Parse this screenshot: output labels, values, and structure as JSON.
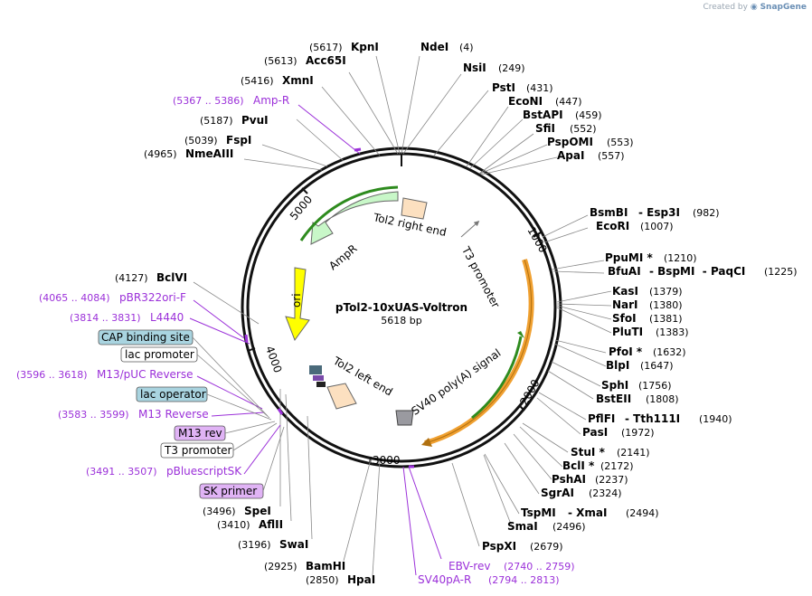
{
  "credit": {
    "prefix": "Created by",
    "brand": "SnapGene"
  },
  "plasmid": {
    "name": "pTol2-10xUAS-Voltron",
    "length": "5618 bp"
  },
  "tick_labels": [
    "1000",
    "2000",
    "3000",
    "4000",
    "5000"
  ],
  "inner_features": {
    "tol2_right": "Tol2 right end",
    "t3_promoter": "T3 promoter",
    "ampr": "AmpR",
    "ori": "ori",
    "tol2_left": "Tol2 left end",
    "sv40": "SV40 poly(A) signal"
  },
  "enzymes_right": [
    {
      "name": "NdeI",
      "pos": "(4)"
    },
    {
      "name": "NsiI",
      "pos": "(249)"
    },
    {
      "name": "PstI",
      "pos": "(431)"
    },
    {
      "name": "EcoNI",
      "pos": "(447)"
    },
    {
      "name": "BstAPI",
      "pos": "(459)"
    },
    {
      "name": "SfiI",
      "pos": "(552)"
    },
    {
      "name": "PspOMI",
      "pos": "(553)"
    },
    {
      "name": "ApaI",
      "pos": "(557)"
    },
    {
      "name": "BsmBI",
      "extra": "- Esp3I",
      "pos": "(982)"
    },
    {
      "name": "EcoRI",
      "pos": "(1007)"
    },
    {
      "name": "PpuMI *",
      "pos": "(1210)"
    },
    {
      "name": "BfuAI",
      "extra": "- BspMI  - PaqCI",
      "pos": "(1225)"
    },
    {
      "name": "KasI",
      "pos": "(1379)"
    },
    {
      "name": "NarI",
      "pos": "(1380)"
    },
    {
      "name": "SfoI",
      "pos": "(1381)"
    },
    {
      "name": "PluTI",
      "pos": "(1383)"
    },
    {
      "name": "PfoI *",
      "pos": "(1632)"
    },
    {
      "name": "BlpI",
      "pos": "(1647)"
    },
    {
      "name": "SphI",
      "pos": "(1756)"
    },
    {
      "name": "BstEII",
      "pos": "(1808)"
    },
    {
      "name": "PflFI",
      "extra": "- Tth111I",
      "pos": "(1940)"
    },
    {
      "name": "PasI",
      "pos": "(1972)"
    },
    {
      "name": "StuI *",
      "pos": "(2141)"
    },
    {
      "name": "BclI *",
      "pos": "(2172)"
    },
    {
      "name": "PshAI",
      "pos": "(2237)"
    },
    {
      "name": "SgrAI",
      "pos": "(2324)"
    },
    {
      "name": "TspMI",
      "extra": "- XmaI",
      "pos": "(2494)"
    },
    {
      "name": "SmaI",
      "pos": "(2496)"
    },
    {
      "name": "PspXI",
      "pos": "(2679)"
    }
  ],
  "enzymes_left": [
    {
      "name": "KpnI",
      "pos": "(5617)"
    },
    {
      "name": "Acc65I",
      "pos": "(5613)"
    },
    {
      "name": "XmnI",
      "pos": "(5416)"
    },
    {
      "name": "PvuI",
      "pos": "(5187)"
    },
    {
      "name": "FspI",
      "pos": "(5039)"
    },
    {
      "name": "NmeAIII",
      "pos": "(4965)"
    },
    {
      "name": "BclVI",
      "pos": "(4127)"
    },
    {
      "name": "SpeI",
      "pos": "(3496)"
    },
    {
      "name": "AflII",
      "pos": "(3410)"
    },
    {
      "name": "SwaI",
      "pos": "(3196)"
    },
    {
      "name": "BamHI",
      "pos": "(2925)"
    },
    {
      "name": "HpaI",
      "pos": "(2850)"
    }
  ],
  "primers": [
    {
      "name": "Amp-R",
      "pos": "(5367 .. 5386)"
    },
    {
      "name": "pBR322ori-F",
      "pos": "(4065 .. 4084)"
    },
    {
      "name": "L4440",
      "pos": "(3814 .. 3831)"
    },
    {
      "name": "M13/pUC Reverse",
      "pos": "(3596 .. 3618)"
    },
    {
      "name": "M13 Reverse",
      "pos": "(3583 .. 3599)"
    },
    {
      "name": "pBluescriptSK",
      "pos": "(3491 .. 3507)"
    },
    {
      "name": "EBV-rev",
      "pos": "(2740 .. 2759)"
    },
    {
      "name": "SV40pA-R",
      "pos": "(2794 .. 2813)"
    }
  ],
  "boxed_features": [
    {
      "name": "CAP binding site",
      "color": "#a9d4e0"
    },
    {
      "name": "lac promoter",
      "color": "#ffffff"
    },
    {
      "name": "lac operator",
      "color": "#a9d4e0"
    },
    {
      "name": "M13 rev",
      "color": "#e0b3f5"
    },
    {
      "name": "T3 promoter",
      "color": "#ffffff"
    },
    {
      "name": "SK primer",
      "color": "#e0b3f5"
    }
  ],
  "colors": {
    "backbone": "#111111",
    "primer": "#9b30d9",
    "ampr_fill": "#c8f7c8",
    "ori_fill": "#ffff00",
    "tol2_fill": "#fce0c0",
    "orf_orange": "#f0a030",
    "orf_green": "#2e8b1e"
  }
}
